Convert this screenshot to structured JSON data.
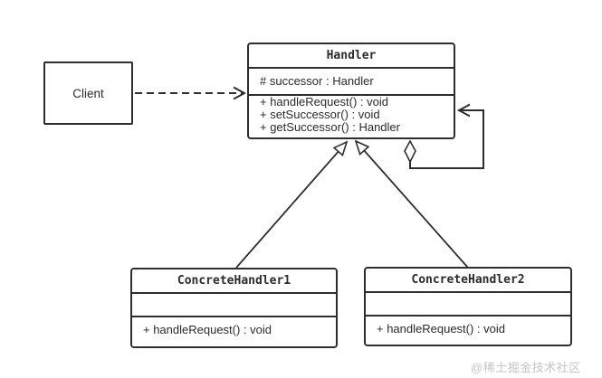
{
  "diagram": {
    "background_color": "#ffffff",
    "line_color": "#2e2e2e",
    "text_color": "#2b2b2b",
    "watermark_color": "#c6c6c6"
  },
  "classes": {
    "client": {
      "name": "Client"
    },
    "handler": {
      "name": "Handler",
      "attributes": [
        "# successor : Handler"
      ],
      "methods": [
        "+ handleRequest() : void",
        "+ setSuccessor() : void",
        "+ getSuccessor() : Handler"
      ]
    },
    "concrete_handler_1": {
      "name": "ConcreteHandler1",
      "attributes": [],
      "methods": [
        "+ handleRequest() : void"
      ]
    },
    "concrete_handler_2": {
      "name": "ConcreteHandler2",
      "attributes": [],
      "methods": [
        "+ handleRequest() : void"
      ]
    }
  },
  "connectors": {
    "client_to_handler": "dashed-dependency-open-arrow",
    "concrete_handler_1_to_handler": "generalization-hollow-triangle-arrow",
    "concrete_handler_2_to_handler": "generalization-hollow-triangle-arrow",
    "handler_self_association": "aggregation-diamond-self-loop-open-arrow"
  },
  "watermark": "@稀土掘金技术社区"
}
